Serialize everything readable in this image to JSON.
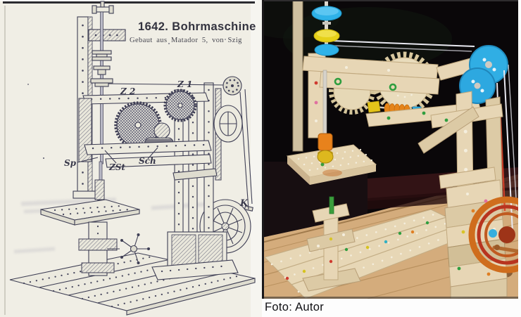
{
  "figure": {
    "left_panel": {
      "title": "1642. Bohrmaschine",
      "subtitle": "Gebaut aus Matador 5, von Szig",
      "labels": {
        "z2": "Z 2",
        "z1": "Z 1",
        "sp": "Sp",
        "zst": "ZSt",
        "sch": "Sch",
        "k": "K"
      },
      "colors": {
        "paper": "#f0eee5",
        "ink": "#3f3f55"
      }
    },
    "right_panel": {
      "caption": "Foto: Autor",
      "colors": {
        "background": "#0a0709",
        "wood_light": "#e7d6b5",
        "pine_table": "#d4ac7c",
        "pulley_blue": "#2fb2e8",
        "disc_yellow": "#e6d119",
        "accent_orange": "#e58418",
        "flywheel_orange": "#cf6d1d",
        "crank_copper": "#b06a30",
        "string_white": "#e8e8f0",
        "pin_green": "#2f9e3f",
        "pin_red": "#cf3a30"
      }
    }
  }
}
